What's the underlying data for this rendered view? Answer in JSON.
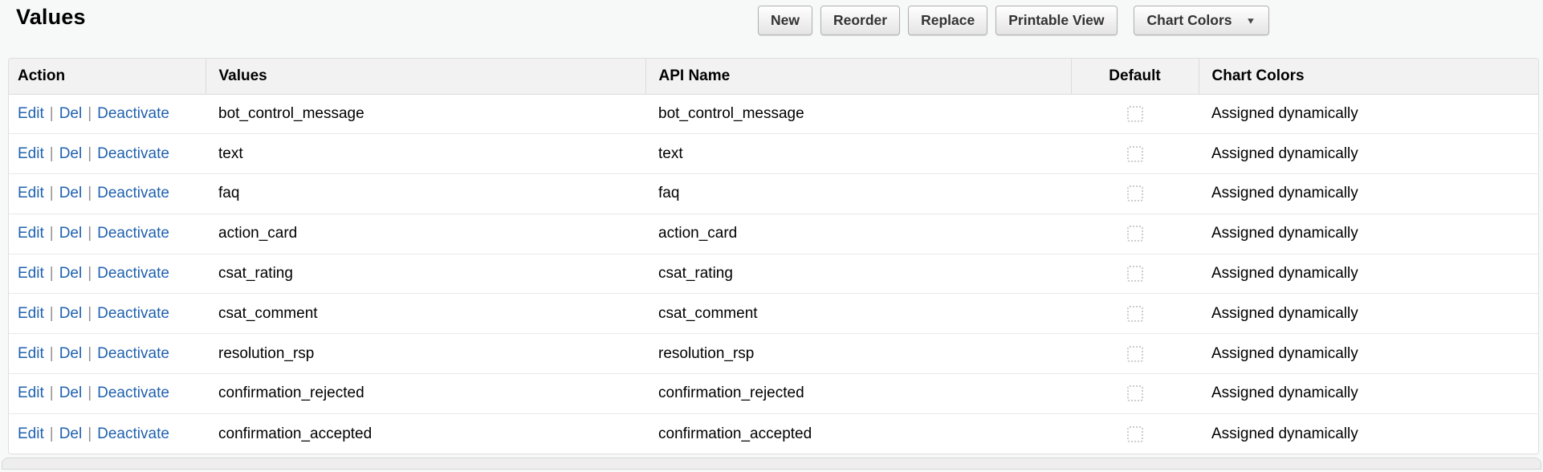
{
  "page": {
    "title": "Values"
  },
  "toolbar": {
    "buttons": [
      {
        "label": "New"
      },
      {
        "label": "Reorder"
      },
      {
        "label": "Replace"
      },
      {
        "label": "Printable View"
      }
    ],
    "dropdown": {
      "label": "Chart Colors",
      "arrow_icon": "dropdown-arrow",
      "arrow_glyph": "▼"
    }
  },
  "table": {
    "columns": [
      "Action",
      "Values",
      "API Name",
      "Default",
      "Chart Colors"
    ],
    "action_links": [
      "Edit",
      "Del",
      "Deactivate"
    ],
    "link_separator": "|",
    "rows": [
      {
        "value": "bot_control_message",
        "api_name": "bot_control_message",
        "default_checked": false,
        "chart_colors": "Assigned dynamically"
      },
      {
        "value": "text",
        "api_name": "text",
        "default_checked": false,
        "chart_colors": "Assigned dynamically"
      },
      {
        "value": "faq",
        "api_name": "faq",
        "default_checked": false,
        "chart_colors": "Assigned dynamically"
      },
      {
        "value": "action_card",
        "api_name": "action_card",
        "default_checked": false,
        "chart_colors": "Assigned dynamically"
      },
      {
        "value": "csat_rating",
        "api_name": "csat_rating",
        "default_checked": false,
        "chart_colors": "Assigned dynamically"
      },
      {
        "value": "csat_comment",
        "api_name": "csat_comment",
        "default_checked": false,
        "chart_colors": "Assigned dynamically"
      },
      {
        "value": "resolution_rsp",
        "api_name": "resolution_rsp",
        "default_checked": false,
        "chart_colors": "Assigned dynamically"
      },
      {
        "value": "confirmation_rejected",
        "api_name": "confirmation_rejected",
        "default_checked": false,
        "chart_colors": "Assigned dynamically"
      },
      {
        "value": "confirmation_accepted",
        "api_name": "confirmation_accepted",
        "default_checked": false,
        "chart_colors": "Assigned dynamically"
      }
    ]
  },
  "colors": {
    "link_blue": "#1f61ae",
    "header_bg": "#f2f2f2",
    "page_bg": "#f7f8f8",
    "row_border": "#e9e9e9",
    "checkbox_border": "#cccccc"
  }
}
